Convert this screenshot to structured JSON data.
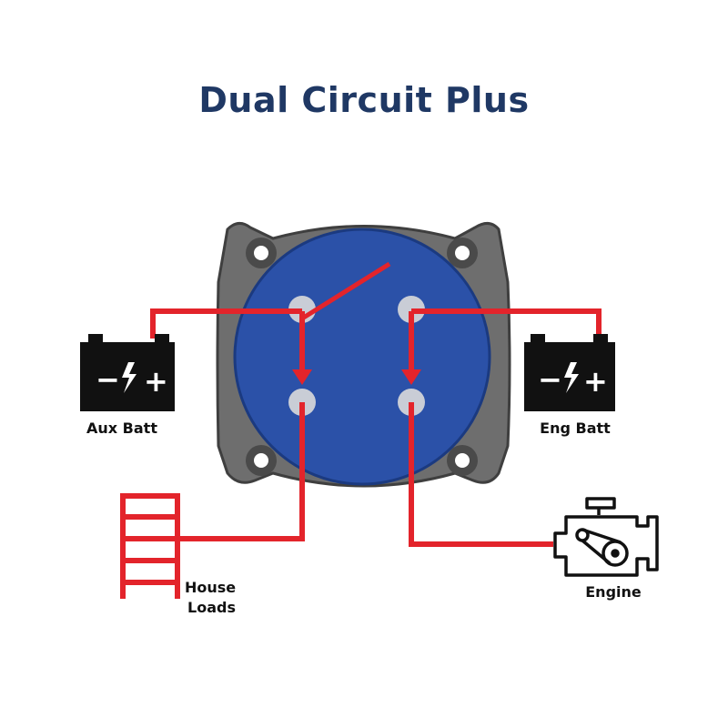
{
  "title": "Dual Circuit Plus",
  "colors": {
    "title": "#1f3864",
    "wire": "#e3242b",
    "switch_face": "#2b51a8",
    "switch_body": "#6b6b6b",
    "terminal": "#c9cdd6",
    "battery": "#111111"
  },
  "labels": {
    "aux_batt": "Aux Batt",
    "eng_batt": "Eng Batt",
    "house_loads": [
      "House",
      "Loads"
    ],
    "engine": "Engine"
  },
  "icons": {
    "battery_minus": "−",
    "battery_plus": "+",
    "battery_bolt": "lightning-bolt-icon",
    "engine": "engine-icon",
    "loads": "house-loads-icon"
  }
}
